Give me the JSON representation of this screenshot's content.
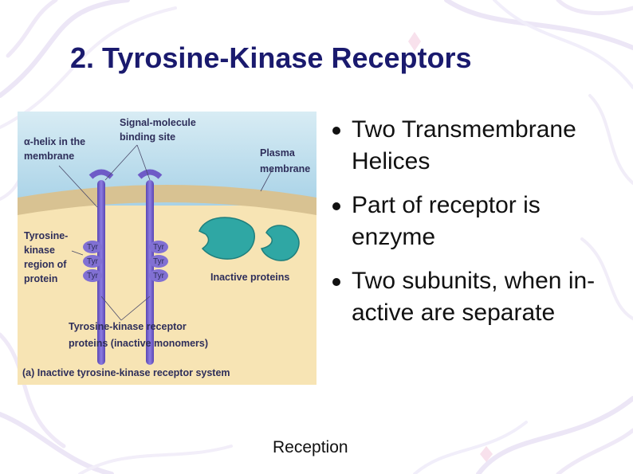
{
  "slide": {
    "title": "2. Tyrosine-Kinase Receptors",
    "footer": "Reception"
  },
  "bullets": [
    {
      "text": "Two Transmembrane Helices"
    },
    {
      "text": "Part of receptor is enzyme"
    },
    {
      "text": "Two subunits, when in-active are separate"
    }
  ],
  "figure": {
    "labels": {
      "alpha_helix": [
        "α-helix in the",
        "membrane"
      ],
      "signal_site": [
        "Signal-molecule",
        "binding site"
      ],
      "plasma_membrane": [
        "Plasma",
        "membrane"
      ],
      "tk_region": [
        "Tyrosine-",
        "kinase",
        "region of",
        "protein"
      ],
      "inactive_proteins": "Inactive proteins",
      "receptor_proteins": [
        "Tyrosine-kinase receptor",
        "proteins (inactive monomers)"
      ],
      "caption": "(a) Inactive tyrosine-kinase receptor system"
    },
    "tyr_label": "Tyr"
  },
  "colors": {
    "title": "#1a1a6e",
    "membrane_blue": "#a9d3e8",
    "cytoplasm": "#f6e3b5",
    "protein_purple": "#6e5bc7",
    "inactive_teal": "#2fa7a4",
    "label_dark": "#2e2e5a"
  }
}
